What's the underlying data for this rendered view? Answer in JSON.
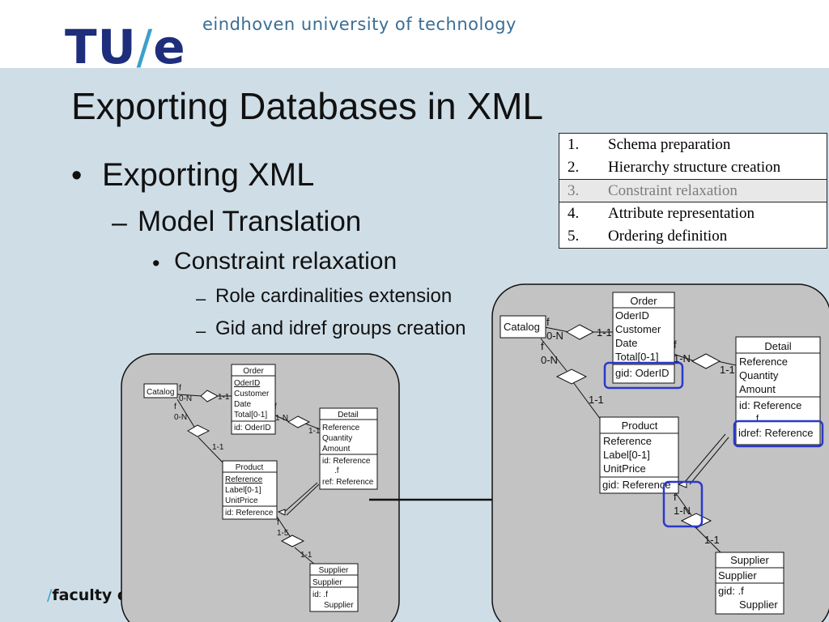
{
  "header": {
    "logo_main": "TU",
    "logo_slash": "/",
    "logo_end": "e",
    "university": "eindhoven university of technology"
  },
  "slide": {
    "title": "Exporting Databases in XML",
    "bullets": [
      {
        "level": 1,
        "marker": "•",
        "text": "Exporting XML"
      },
      {
        "level": 2,
        "marker": "–",
        "text": "Model Translation"
      },
      {
        "level": 3,
        "marker": "•",
        "text": "Constraint relaxation"
      },
      {
        "level": 4,
        "marker": "–",
        "text": "Role cardinalities extension"
      },
      {
        "level": 4,
        "marker": "–",
        "text": "Gid and idref groups creation"
      }
    ]
  },
  "steps": [
    {
      "num": "1.",
      "text": "Schema preparation",
      "highlighted": false
    },
    {
      "num": "2.",
      "text": "Hierarchy structure creation",
      "highlighted": false
    },
    {
      "num": "3.",
      "text": "Constraint relaxation",
      "highlighted": true
    },
    {
      "num": "4.",
      "text": "Attribute representation",
      "highlighted": false
    },
    {
      "num": "5.",
      "text": "Ordering definition",
      "highlighted": false
    }
  ],
  "footer": {
    "slash": "/",
    "text": "faculty o"
  },
  "colors": {
    "accent": "#1e2e7a",
    "slash": "#3ba1c9",
    "highlight_box": "#2b39c9",
    "panel": "#c3c3c3"
  },
  "diagram_before": {
    "order": {
      "name": "Order",
      "attributes": [
        "OderID",
        "Customer",
        "Date",
        "Total[0-1]"
      ],
      "id": "id: OderID"
    },
    "catalog": {
      "name": "Catalog"
    },
    "detail": {
      "name": "Detail",
      "attributes": [
        "Reference",
        "Quantity",
        "Amount"
      ],
      "id": [
        "id: Reference",
        ".f",
        "ref: Reference"
      ]
    },
    "product": {
      "name": "Product",
      "attributes": [
        "Reference",
        "Label[0-1]",
        "UnitPrice"
      ],
      "id": "id: Reference"
    },
    "supplier": {
      "name": "Supplier",
      "attributes": [
        "Supplier"
      ],
      "id": [
        "id: .f",
        "Supplier"
      ]
    },
    "labels": {
      "f": "f",
      "zero_n": "0-N",
      "one_one": "1-1",
      "one_n": "1-N",
      "one_five": "1-5"
    }
  },
  "diagram_after": {
    "order": {
      "name": "Order",
      "attributes": [
        "OderID",
        "Customer",
        "Date",
        "Total[0-1]"
      ],
      "id": "gid: OderID"
    },
    "catalog": {
      "name": "Catalog"
    },
    "detail": {
      "name": "Detail",
      "attributes": [
        "Reference",
        "Quantity",
        "Amount"
      ],
      "id": [
        "id: Reference",
        "f",
        "idref: Reference"
      ]
    },
    "product": {
      "name": "Product",
      "attributes": [
        "Reference",
        "Label[0-1]",
        "UnitPrice"
      ],
      "id": "gid: Reference"
    },
    "supplier": {
      "name": "Supplier",
      "attributes": [
        "Supplier"
      ],
      "id": [
        "gid: .f",
        "Supplier"
      ]
    },
    "labels": {
      "f": "f",
      "zero_n": "0-N",
      "one_one": "1-1",
      "one_n": "1-N"
    }
  }
}
